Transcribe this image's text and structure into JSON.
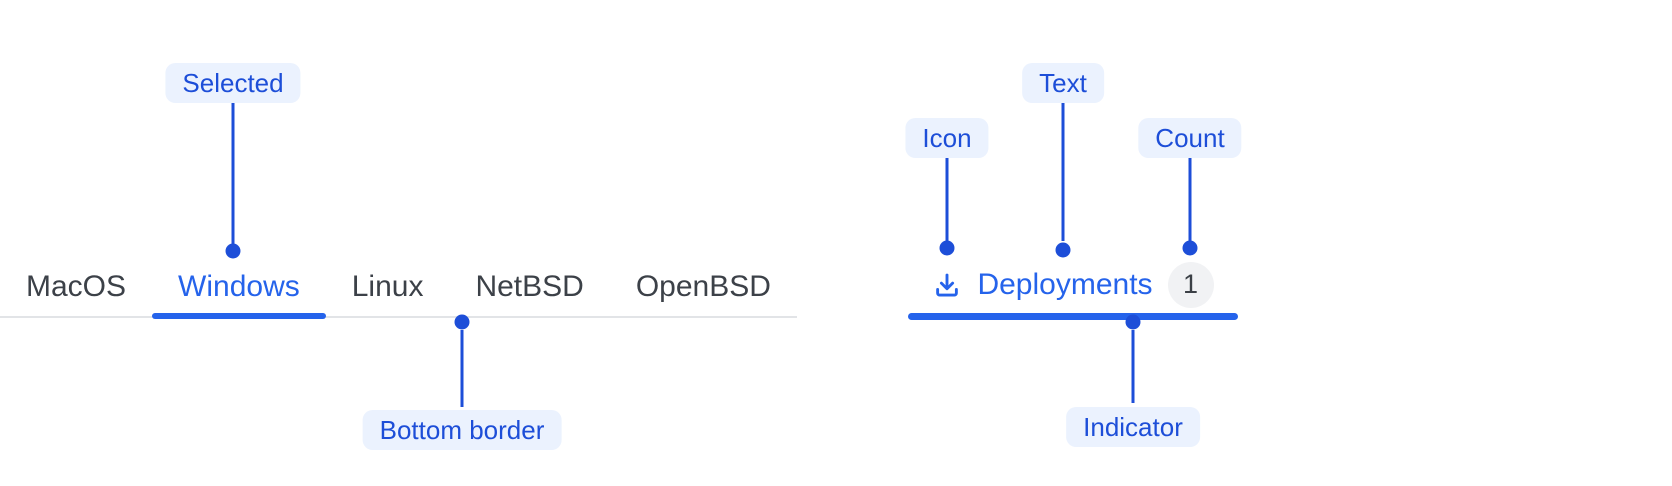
{
  "colors": {
    "selected_tab_blue": "#2563EB",
    "annotation_blue": "#1D4ED8",
    "annotation_badge_bg": "#EBF2FE",
    "unselected_tab_text": "#3C4148",
    "tabbar_border_gray": "#E2E4E7",
    "count_badge_bg": "#F1F2F4",
    "count_badge_text": "#3B4046",
    "background": "#FFFFFF"
  },
  "left_tabbar": {
    "tabs": [
      {
        "label": "MacOS",
        "selected": false
      },
      {
        "label": "Windows",
        "selected": true
      },
      {
        "label": "Linux",
        "selected": false
      },
      {
        "label": "NetBSD",
        "selected": false
      },
      {
        "label": "OpenBSD",
        "selected": false
      }
    ]
  },
  "right_tab": {
    "icon": "download-icon",
    "label": "Deployments",
    "count": "1"
  },
  "callouts": {
    "selected": "Selected",
    "bottom_border": "Bottom border",
    "icon": "Icon",
    "text": "Text",
    "count": "Count",
    "indicator": "Indicator"
  }
}
